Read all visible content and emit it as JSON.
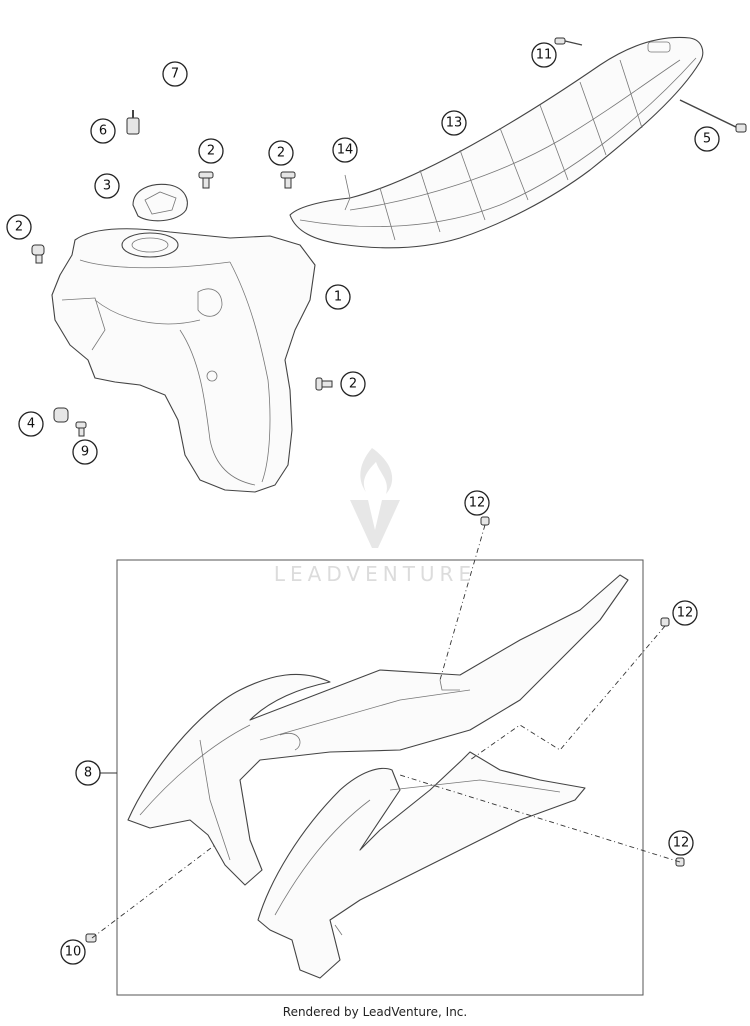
{
  "callouts": [
    {
      "id": "7",
      "label": "7"
    },
    {
      "id": "6",
      "label": "6"
    },
    {
      "id": "2a",
      "label": "2"
    },
    {
      "id": "2b",
      "label": "2"
    },
    {
      "id": "3",
      "label": "3"
    },
    {
      "id": "2c",
      "label": "2"
    },
    {
      "id": "1",
      "label": "1"
    },
    {
      "id": "2d",
      "label": "2"
    },
    {
      "id": "4",
      "label": "4"
    },
    {
      "id": "9",
      "label": "9"
    },
    {
      "id": "11",
      "label": "11"
    },
    {
      "id": "13",
      "label": "13"
    },
    {
      "id": "14",
      "label": "14"
    },
    {
      "id": "5",
      "label": "5"
    },
    {
      "id": "12a",
      "label": "12"
    },
    {
      "id": "12b",
      "label": "12"
    },
    {
      "id": "12c",
      "label": "12"
    },
    {
      "id": "8",
      "label": "8"
    },
    {
      "id": "10",
      "label": "10"
    }
  ],
  "watermark": "LEADVENTURE",
  "footer": "Rendered by LeadVenture, Inc.",
  "colors": {
    "line": "#444444",
    "watermark": "#dcdcdc"
  }
}
